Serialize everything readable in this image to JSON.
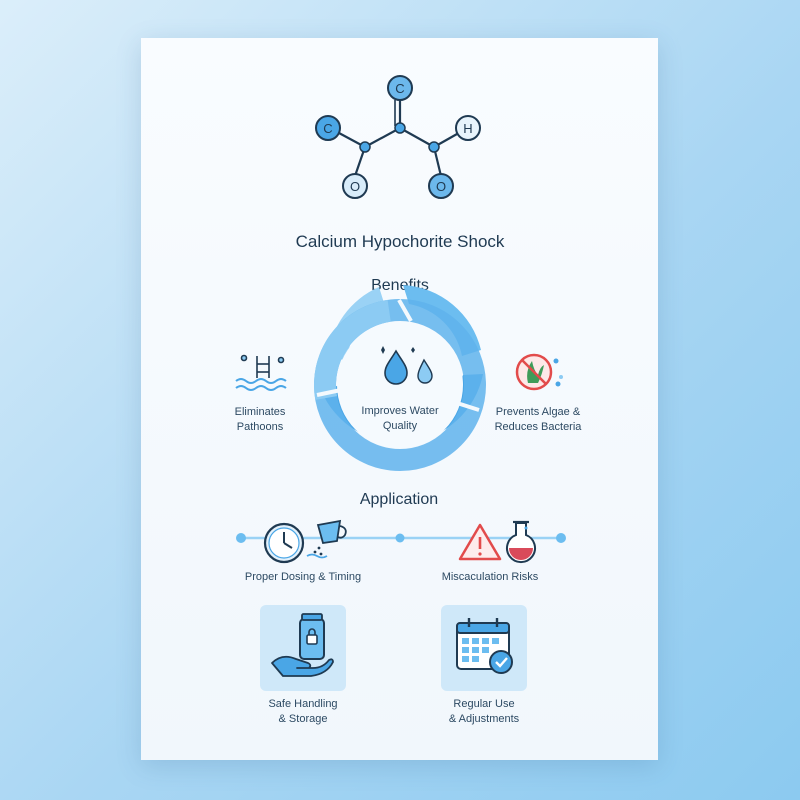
{
  "title": "Calcium Hypochorite Shock",
  "molecule": {
    "atoms": [
      "C",
      "C",
      "H",
      "O",
      "O"
    ]
  },
  "benefits": {
    "heading": "Benefits",
    "center_label_line1": "Improves Water",
    "center_label_line2": "Quality",
    "left_label_line1": "Eliminates",
    "left_label_line2": "Pathoons",
    "right_label_line1": "Prevents Algae &",
    "right_label_line2": "Reduces Bacteria"
  },
  "application": {
    "heading": "Application",
    "step1": "Proper Dosing & Timing",
    "step2": "Miscaculation Risks",
    "tile1_line1": "Safe Handling",
    "tile1_line2": "& Storage",
    "tile2_line1": "Regular Use",
    "tile2_line2": "& Adjustments"
  },
  "colors": {
    "accent": "#4aa6e6",
    "accent_light": "#8ccbf3",
    "dark": "#1f3a52",
    "warning": "#e24b4b"
  },
  "icons": [
    "pool-ladder-icon",
    "water-drop-icon",
    "no-algae-icon",
    "clock-icon",
    "pouring-cup-icon",
    "warning-triangle-icon",
    "flask-icon",
    "hand-jar-lock-icon",
    "calendar-check-icon"
  ]
}
